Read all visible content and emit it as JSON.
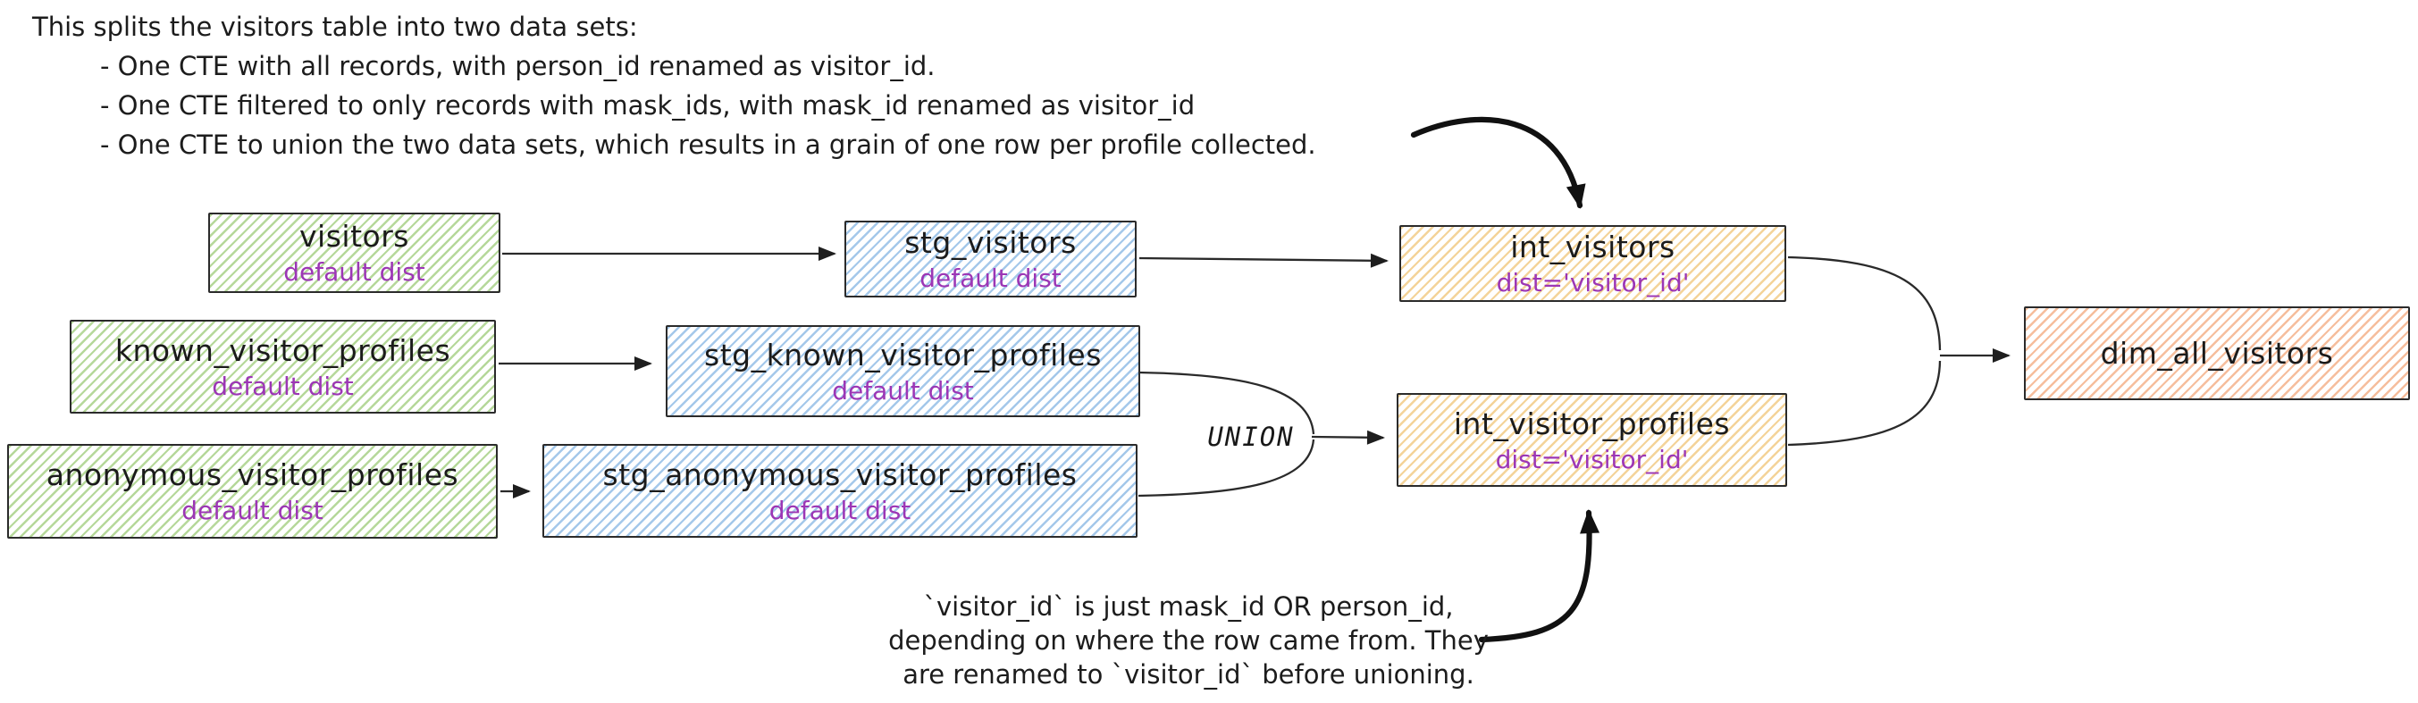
{
  "annotations": {
    "top": {
      "line1": "This splits the visitors table into two data sets:",
      "bullets": [
        "- One CTE with all records, with person_id renamed as visitor_id.",
        "- One CTE filtered to only records with mask_ids, with mask_id renamed as visitor_id",
        "- One CTE to union the two data sets, which results in a grain of one row per profile collected."
      ]
    },
    "bottom": {
      "line1": "`visitor_id` is just mask_id OR person_id,",
      "line2": "depending on where the row came from. They",
      "line3": "are renamed to `visitor_id` before unioning."
    },
    "union_label": "UNION"
  },
  "nodes": {
    "visitors": {
      "title": "visitors",
      "dist": "default dist",
      "color": "green"
    },
    "stg_visitors": {
      "title": "stg_visitors",
      "dist": "default dist",
      "color": "blue"
    },
    "int_visitors": {
      "title": "int_visitors",
      "dist": "dist='visitor_id'",
      "color": "yellow"
    },
    "known_visitor_profiles": {
      "title": "known_visitor_profiles",
      "dist": "default dist",
      "color": "green"
    },
    "stg_known_visitor_profiles": {
      "title": "stg_known_visitor_profiles",
      "dist": "default dist",
      "color": "blue"
    },
    "anonymous_visitor_profiles": {
      "title": "anonymous_visitor_profiles",
      "dist": "default dist",
      "color": "green"
    },
    "stg_anonymous_visitor_profiles": {
      "title": "stg_anonymous_visitor_profiles",
      "dist": "default dist",
      "color": "blue"
    },
    "int_visitor_profiles": {
      "title": "int_visitor_profiles",
      "dist": "dist='visitor_id'",
      "color": "yellow"
    },
    "dim_all_visitors": {
      "title": "dim_all_visitors",
      "color": "orange"
    }
  },
  "edges": [
    {
      "from": "visitors",
      "to": "stg_visitors"
    },
    {
      "from": "stg_visitors",
      "to": "int_visitors"
    },
    {
      "from": "known_visitor_profiles",
      "to": "stg_known_visitor_profiles"
    },
    {
      "from": "anonymous_visitor_profiles",
      "to": "stg_anonymous_visitor_profiles"
    },
    {
      "from": "stg_known_visitor_profiles",
      "to": "int_visitor_profiles",
      "label": "UNION"
    },
    {
      "from": "stg_anonymous_visitor_profiles",
      "to": "int_visitor_profiles",
      "label": "UNION"
    },
    {
      "from": "int_visitors",
      "to": "dim_all_visitors"
    },
    {
      "from": "int_visitor_profiles",
      "to": "dim_all_visitors"
    },
    {
      "from": "top-annotation",
      "to": "int_visitors"
    },
    {
      "from": "bottom-annotation",
      "to": "int_visitor_profiles"
    }
  ],
  "colors": {
    "green": "#79b848",
    "blue": "#428bd4",
    "yellow": "#e8a834",
    "orange": "#ec7e3c",
    "purple": "#9c36b5",
    "ink": "#1e1e1e",
    "background": "#ffffff"
  }
}
